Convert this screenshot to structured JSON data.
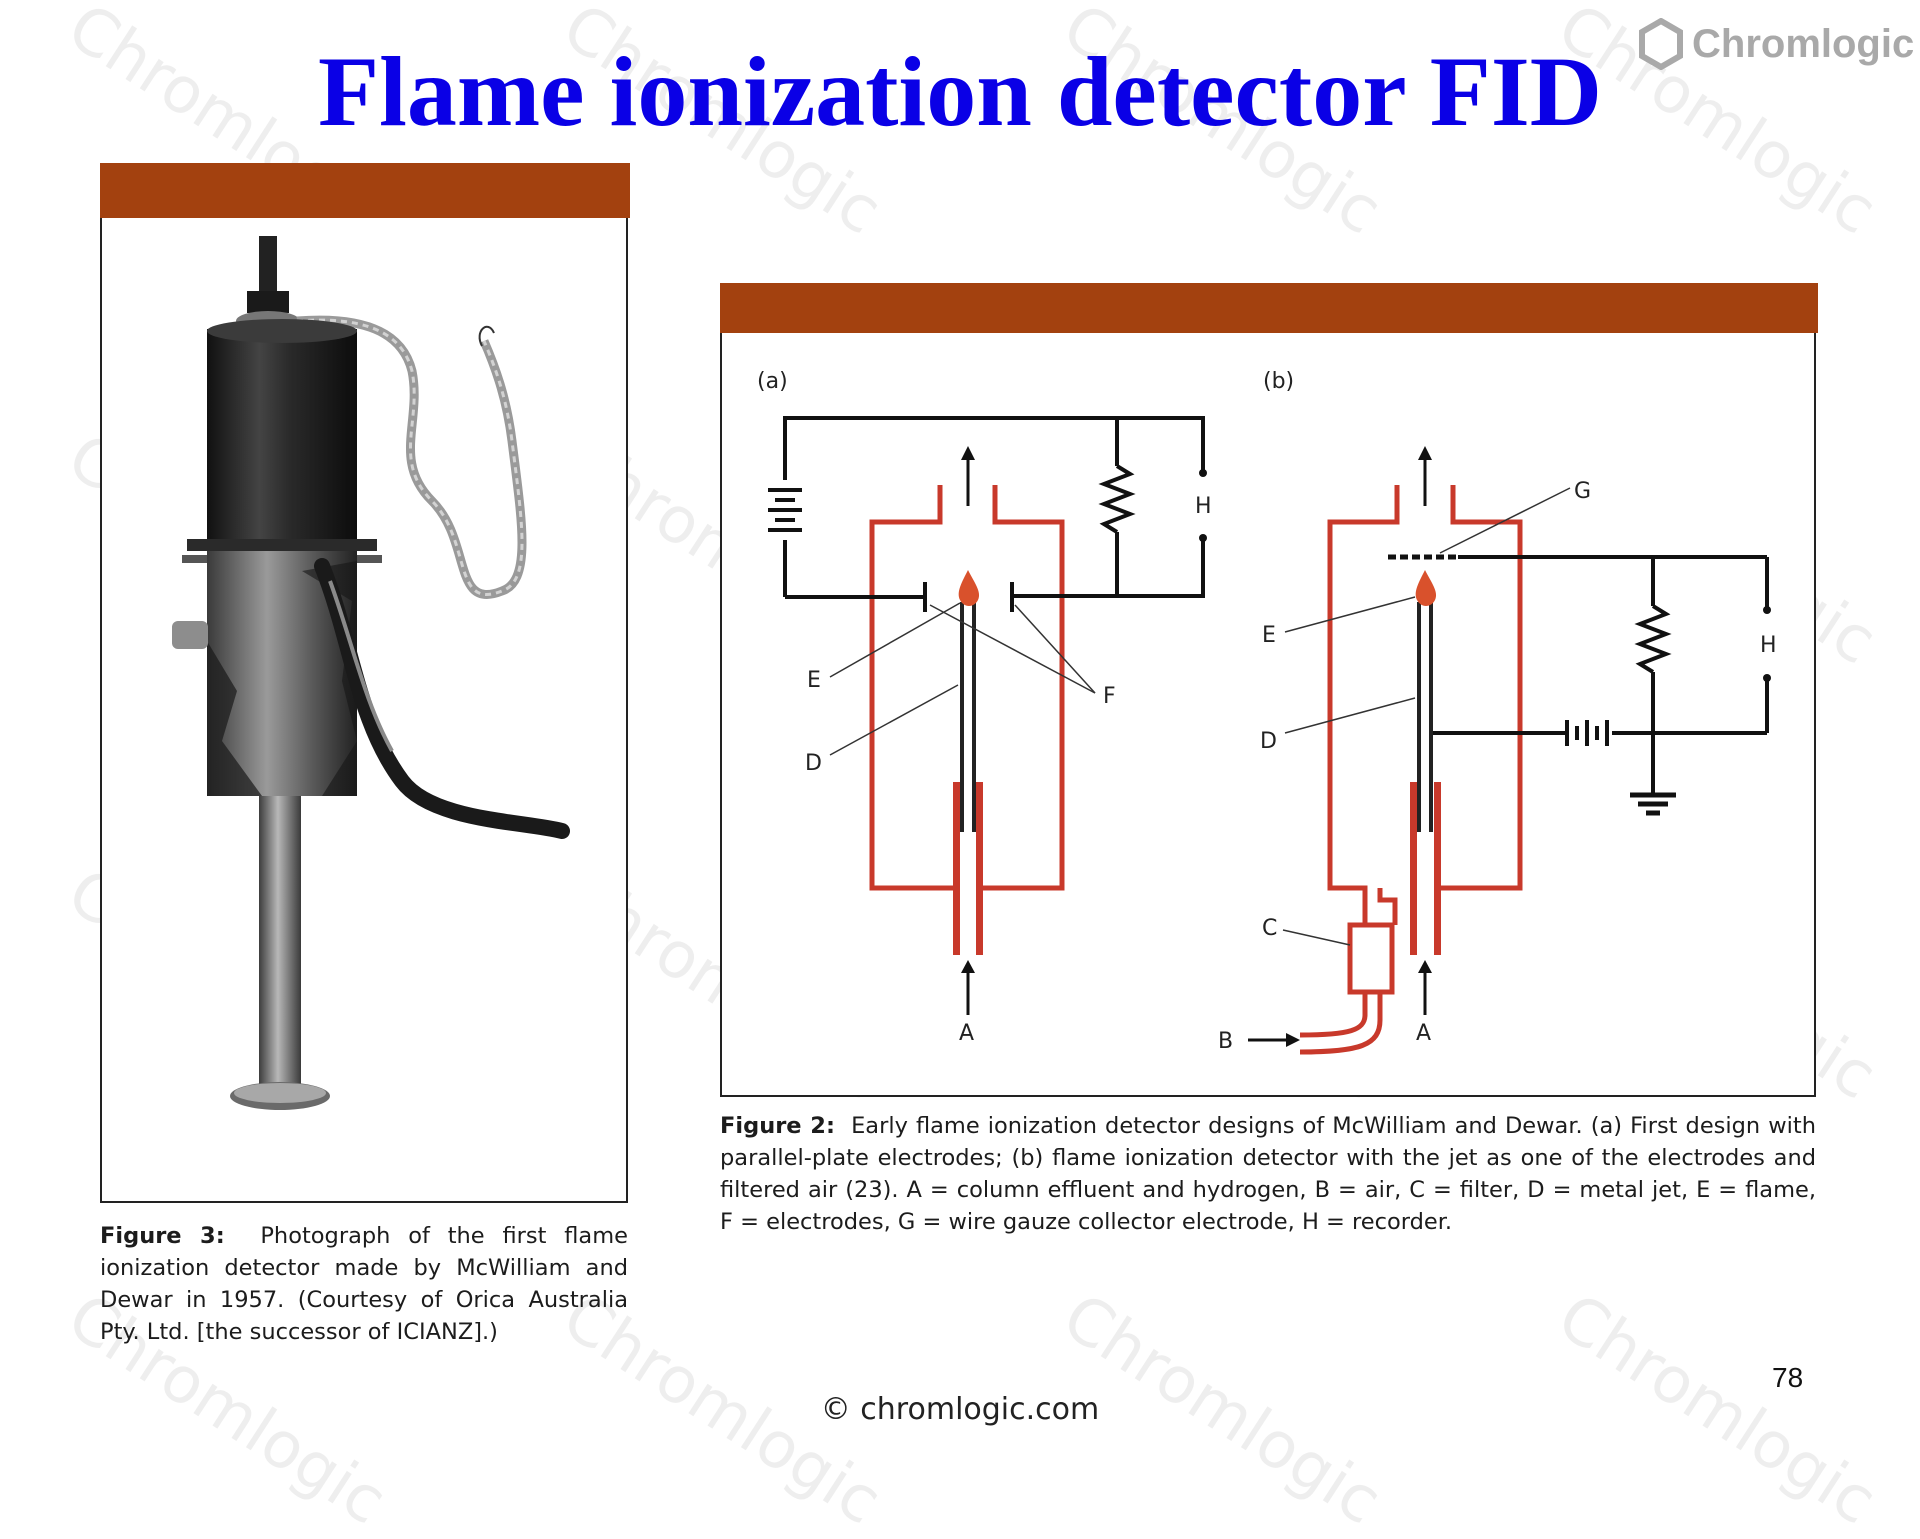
{
  "slide": {
    "title": "Flame ionization detector FID",
    "logo_text": "Chromlogic",
    "logo_icon": "hexagon-logo-icon",
    "watermark_text": "Chromlogic",
    "page_number": "78",
    "footer": "© chromlogic.com"
  },
  "figure3": {
    "label": "Figure 3:",
    "caption": "Photograph of the first flame ionization detector made by McWilliam and Dewar in 1957. (Courtesy of Orica Australia Pty. Ltd. [the successor of ICIANZ].)"
  },
  "figure2": {
    "panel_a_label": "(a)",
    "panel_b_label": "(b)",
    "labels_a": {
      "A": "A",
      "D": "D",
      "E": "E",
      "F": "F",
      "H": "H"
    },
    "labels_b": {
      "A": "A",
      "B": "B",
      "C": "C",
      "D": "D",
      "E": "E",
      "G": "G",
      "H": "H"
    },
    "label": "Figure 2:",
    "caption": "Early flame ionization detector designs of McWilliam and Dewar. (a) First design with parallel-plate electrodes; (b) flame ionization detector with the jet as one of the electrodes and filtered air (23). A = column effluent and hydrogen, B = air, C = filter, D = metal jet, E = flame, F = electrodes, G = wire gauze collector electrode, H = recorder."
  },
  "colors": {
    "title": "#0a00e6",
    "accent_bar": "#a3410f",
    "diagram_red": "#c8392b",
    "circuit": "#111111",
    "flame": "#d9512c"
  }
}
